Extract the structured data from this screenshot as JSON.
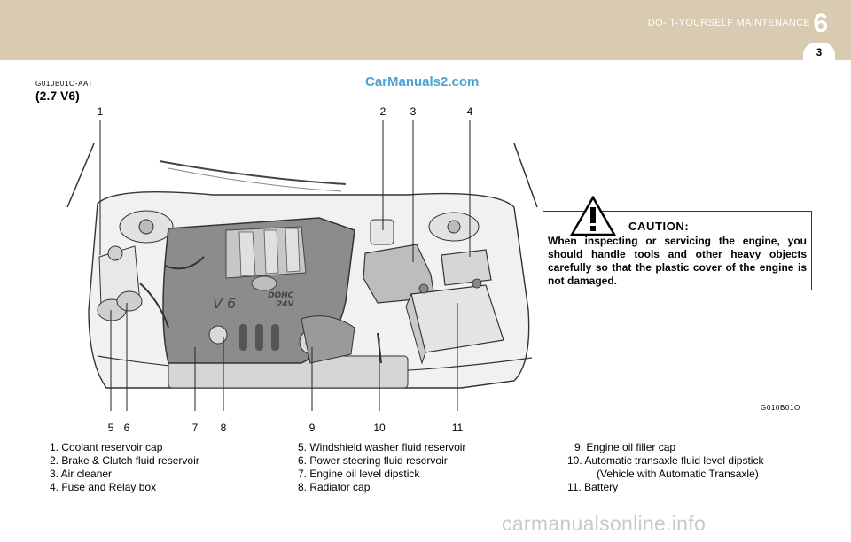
{
  "header": {
    "section_title": "DO-IT-YOURSELF  MAINTENANCE",
    "chapter_number": "6",
    "page_number": "3"
  },
  "watermark_top": "CarManuals2.com",
  "doc_code": "G010B01O-AAT",
  "engine_label": "(2.7  V6)",
  "figure": {
    "code": "G010B01O",
    "engine_badge": "V 6",
    "engine_badge_sub": "DOHC",
    "engine_badge_sub2": "24V",
    "callouts": [
      "1",
      "2",
      "3",
      "4",
      "5",
      "6",
      "7",
      "8",
      "9",
      "10",
      "11"
    ]
  },
  "caution": {
    "title": "CAUTION:",
    "text": "When inspecting or servicing the engine, you should handle tools and other heavy objects carefully so that the plastic cover of the engine is not damaged."
  },
  "legend": {
    "col1": [
      "1.  Coolant  reservoir  cap",
      "2.  Brake  &  Clutch  fluid  reservoir",
      "3.  Air  cleaner",
      "4.  Fuse  and  Relay  box"
    ],
    "col2": [
      "5.  Windshield  washer  fluid  reservoir",
      "6.  Power  steering  fluid  reservoir",
      "7.  Engine  oil  level  dipstick",
      "8.  Radiator  cap"
    ],
    "col3": [
      "9.  Engine  oil  filler  cap",
      "10.  Automatic  transaxle  fluid  level  dipstick",
      "(Vehicle  with  Automatic  Transaxle)",
      "11.  Battery"
    ]
  },
  "watermark_bottom": "carmanualsonline.info",
  "colors": {
    "header_band": "#d8cbb1",
    "watermark_top": "#4aa3d4"
  }
}
